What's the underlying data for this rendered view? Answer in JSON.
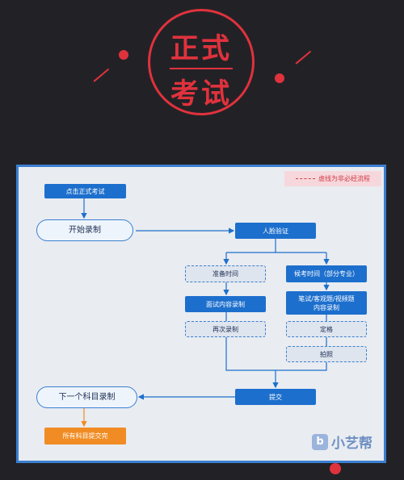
{
  "badge": {
    "line1": "正式",
    "line2": "考试"
  },
  "legend": {
    "text": "虚线为非必经流程"
  },
  "nodes": {
    "click_exam": "点击正式考试",
    "start_record": "开始录制",
    "face_verify": "人脸验证",
    "prep_time": "准备时间",
    "exam_time": "候考时间（部分专业）",
    "interview_record": "面试内容录制",
    "written_record_l1": "笔试/客观题/视频题",
    "written_record_l2": "内容录制",
    "rerecord": "再次录制",
    "finalize": "定格",
    "photo": "拍照",
    "submit": "提交",
    "next_subject": "下一个科目录制",
    "all_submitted": "所有科目提交完"
  },
  "watermark": {
    "logo": "b",
    "text": "小艺帮"
  },
  "colors": {
    "accent_red": "#e0323d",
    "flow_blue": "#1d6fcd",
    "done_orange": "#f08c23"
  }
}
